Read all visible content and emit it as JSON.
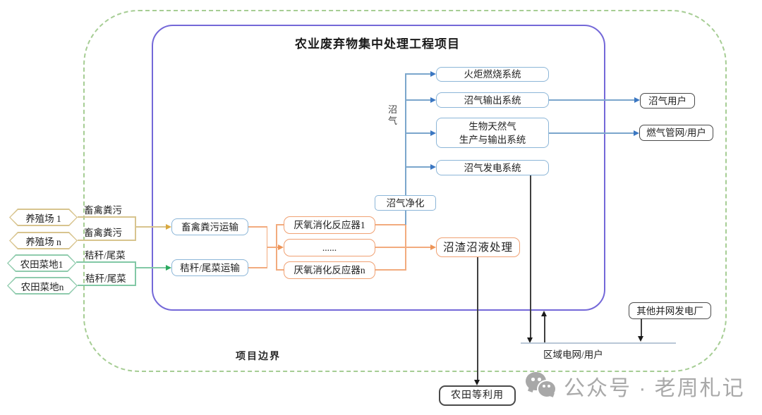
{
  "title": "农业废弃物集中处理工程项目",
  "boundary": {
    "label": "项目边界"
  },
  "sources": [
    {
      "label": "养殖场 1",
      "flow": "畜禽粪污"
    },
    {
      "label": "养殖场 n",
      "flow": "畜禽粪污"
    },
    {
      "label": "农田菜地1",
      "flow": "秸秆/尾菜"
    },
    {
      "label": "农田菜地n",
      "flow": "秸秆/尾菜"
    }
  ],
  "transport": {
    "manure": "畜禽粪污运输",
    "straw": "秸秆/尾菜运输"
  },
  "reactors": [
    {
      "label": "厌氧消化反应器1"
    },
    {
      "label": "......"
    },
    {
      "label": "厌氧消化反应器n"
    }
  ],
  "biogas": {
    "flow_label": "沼气",
    "purification": "沼气净化"
  },
  "systems": [
    {
      "label": "火炬燃烧系统"
    },
    {
      "label": "沼气输出系统"
    },
    {
      "line1": "生物天然气",
      "line2": "生产与输出系统"
    },
    {
      "label": "沼气发电系统"
    }
  ],
  "residue": {
    "label": "沼渣沼液处理"
  },
  "external": {
    "biogas_users": "沼气用户",
    "gas_grid_users": "燃气管网/用户",
    "other_power_plants": "其他并网发电厂",
    "regional_grid_users": "区域电网/用户",
    "farmland_use": "农田等利用"
  },
  "watermark": {
    "text": "公众号 · 老周札记"
  },
  "colors": {
    "boundary_green": "#a6cd94",
    "project_purple": "#7468d8",
    "system_blue": "#8cb6d8",
    "process_orange": "#f0a173",
    "manure_tan": "#d8c48e",
    "manure_arrow_gold": "#d9a93f",
    "straw_green": "#2aa95e",
    "blue_arrow": "#3b77c2",
    "external_dark": "#4a4a4a",
    "grid_bus": "#b9c7d6",
    "watermark_gray": "#a9a9a9"
  }
}
